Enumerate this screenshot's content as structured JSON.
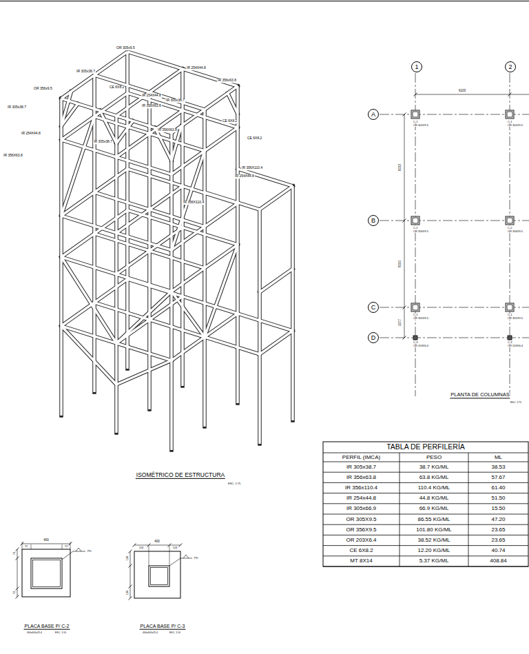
{
  "diagram": {
    "nodes": [
      {
        "text": [
          "1"
        ]
      },
      {
        "text": [
          "2"
        ]
      },
      {
        "text": [
          "A"
        ]
      },
      {
        "text": [
          "B"
        ]
      },
      {
        "text": [
          "C"
        ]
      },
      {
        "text": [
          "D"
        ]
      }
    ],
    "labels": [
      "OR 305x9.5",
      "IR 305x38.7",
      "IR 254X44.8",
      "IR 356x63.8",
      "OR 356x9.5",
      "CE 6X8.2",
      "IR 254X44.8",
      "IR 305x38.7",
      "IR 356X63.8",
      "IR 305x38.7",
      "CE 6X8.2",
      "IR 254X44.8",
      "IR 356X63.8",
      "IR 305x38.7",
      "CE 6X8.2",
      "IR 356X63.8",
      "IR 356X110.4",
      "IR 254X44.8",
      "IR 356X110.4",
      "ISOMÉTRICO DE ESTRUCTURA",
      "ESC. 1:75",
      "6103",
      "6033",
      "5000",
      "1377",
      "C-1",
      "OR 305X9.5",
      "C-1",
      "OR 305X9.5",
      "C-2",
      "OR 356X9.5",
      "C-2",
      "OR 356X9.5",
      "C-1",
      "OR 305X9.5",
      "C-1",
      "OR 305X9.5",
      "C-3",
      "OR 203X6.4",
      "C-3",
      "OR 203X6.4",
      "PLANTA DE COLUMNAS",
      "ESC. 1:75",
      "TABLA DE PERFILERÍA",
      "PERFIL (IMCA)",
      "PESO",
      "ML",
      "IR 305x38.7",
      "38.7 KG/ML",
      "38.53",
      "IR 356x63.8",
      "63.8 KG/ML",
      "57.67",
      "IR 356x110.4",
      "110.4 KG/ML",
      "61.40",
      "IR 254x44.8",
      "44.8 KG/ML",
      "51.50",
      "IR 305x66.9",
      "66.9 KG/ML",
      "15.50",
      "OR 305X9.5",
      "86.55 KG/ML",
      "47.20",
      "OR 356X9.5",
      "101.80 KG/ML",
      "23.65",
      "OR 203X6.4",
      "38.52 KG/ML",
      "23.65",
      "CE 6X8.2",
      "12.20 KG/ML",
      "40.74",
      "MT 8X14",
      "5.37 KG/ML",
      "408.84",
      "400",
      "72",
      "72",
      "72",
      "72",
      "PD",
      "PLACA BASE P/ C-2",
      "400x400x25.4",
      "ESC. 1:10",
      "400",
      "124",
      "124",
      "124",
      "124",
      "PD",
      "PLACA BASE P/ C-3",
      "400x400x25.4",
      "ESC. 1:10"
    ]
  }
}
